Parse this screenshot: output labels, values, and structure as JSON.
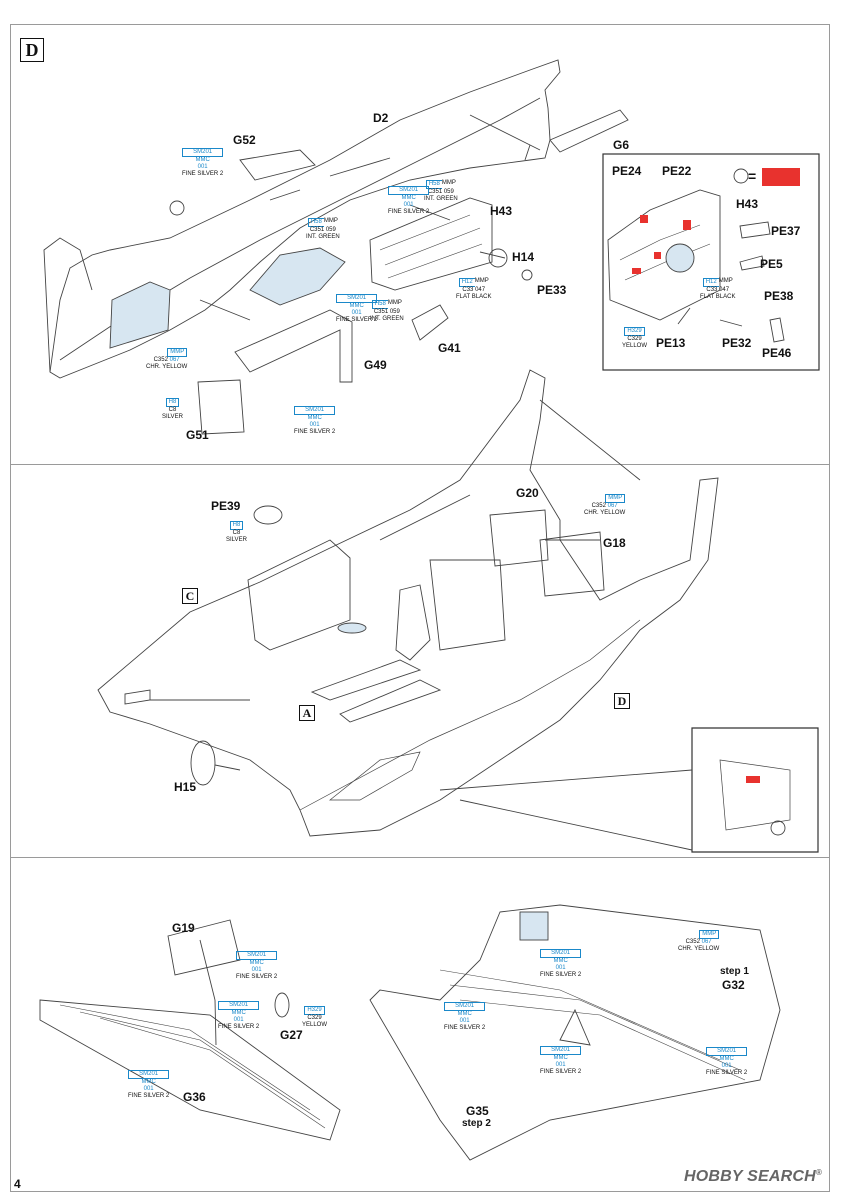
{
  "page_number": "4",
  "watermark": {
    "brand": "HOBBY SEARCH",
    "registered": "®"
  },
  "step_d": {
    "step_letter": "D",
    "parts": {
      "d2": "D2",
      "g52": "G52",
      "g6": "G6",
      "h43": "H43",
      "h14": "H14",
      "pe33": "PE33",
      "g41": "G41",
      "g49": "G49",
      "g51": "G51"
    },
    "detail": {
      "pe24": "PE24",
      "pe22": "PE22",
      "h43": "H43",
      "pe37": "PE37",
      "pe5": "PE5",
      "pe38": "PE38",
      "pe13": "PE13",
      "pe32": "PE32",
      "pe46": "PE46",
      "equals": "=",
      "red_swatch_color": "#e8322e",
      "paint_h12": {
        "top": "H12",
        "brand": "MMP",
        "code": "C33",
        "num": "047",
        "name": "FLAT BLACK"
      },
      "paint_h329": {
        "top": "H329",
        "code": "C329",
        "name": "YELLOW"
      }
    },
    "paints": {
      "fine_silver_a": {
        "a": "SM201",
        "b": "MMC",
        "c": "001",
        "name": "FINE SILVER 2"
      },
      "int_green_a": {
        "top": "H58",
        "brand": "MMP",
        "code": "C351",
        "num": "059",
        "name": "INT. GREEN"
      },
      "fine_silver_b": {
        "a": "SM201",
        "b": "MMC",
        "c": "001",
        "name": "FINE SILVER 2"
      },
      "int_green_b": {
        "top": "H58",
        "brand": "MMP",
        "code": "C351",
        "num": "059",
        "name": "INT. GREEN"
      },
      "flat_black": {
        "top": "H12",
        "brand": "MMP",
        "code": "C33",
        "num": "047",
        "name": "FLAT BLACK"
      },
      "fine_silver_c": {
        "a": "SM201",
        "b": "MMC",
        "c": "001",
        "name": "FINE SILVER 2"
      },
      "int_green_c": {
        "top": "H58",
        "brand": "MMP",
        "code": "C351",
        "num": "059",
        "name": "INT. GREEN"
      },
      "chr_yellow": {
        "brand": "MMP",
        "code": "C352",
        "num": "067",
        "name": "CHR. YELLOW"
      },
      "silver": {
        "top": "H8",
        "code": "C8",
        "name": "SILVER"
      },
      "fine_silver_d": {
        "a": "SM201",
        "b": "MMC",
        "c": "001",
        "name": "FINE SILVER 2"
      }
    }
  },
  "assembly": {
    "parts": {
      "pe39": "PE39",
      "g20": "G20",
      "g18": "G18",
      "h15": "H15"
    },
    "step_refs": {
      "c": "C",
      "a": "A",
      "d": "D"
    },
    "paints": {
      "silver": {
        "top": "H8",
        "code": "C8",
        "name": "SILVER"
      },
      "chr_yellow": {
        "brand": "MMP",
        "code": "C352",
        "num": "067",
        "name": "CHR. YELLOW"
      }
    }
  },
  "wing_step": {
    "parts": {
      "g19": "G19",
      "g27": "G27",
      "g36": "G36",
      "g32": "G32",
      "g35": "G35",
      "step1": "step 1",
      "step2": "step 2"
    },
    "paints": {
      "fs1": {
        "a": "SM201",
        "b": "MMC",
        "c": "001",
        "name": "FINE SILVER 2"
      },
      "fs2": {
        "a": "SM201",
        "b": "MMC",
        "c": "001",
        "name": "FINE SILVER 2"
      },
      "yellow": {
        "top": "H329",
        "code": "C329",
        "name": "YELLOW"
      },
      "fs3": {
        "a": "SM201",
        "b": "MMC",
        "c": "001",
        "name": "FINE SILVER 2"
      },
      "fs4": {
        "a": "SM201",
        "b": "MMC",
        "c": "001",
        "name": "FINE SILVER 2"
      },
      "chr_yellow": {
        "brand": "MMP",
        "code": "C352",
        "num": "067",
        "name": "CHR. YELLOW"
      },
      "fs5": {
        "a": "SM201",
        "b": "MMC",
        "c": "001",
        "name": "FINE SILVER 2"
      },
      "fs6": {
        "a": "SM201",
        "b": "MMC",
        "c": "001",
        "name": "FINE SILVER 2"
      },
      "fs7": {
        "a": "SM201",
        "b": "MMC",
        "c": "001",
        "name": "FINE SILVER 2"
      }
    }
  }
}
